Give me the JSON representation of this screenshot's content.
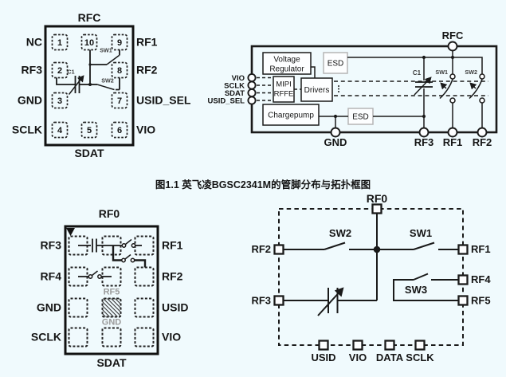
{
  "colors": {
    "background": "#f0fafd",
    "line": "#1a1a1a",
    "muted_label": "#9a9a9a",
    "esd_box_border": "#b5b5b5"
  },
  "caption": "图1.1 英飞凌BGSC2341M的管脚分布与拓扑框图",
  "pinout_top": {
    "top_label": "RFC",
    "bottom_label": "SDAT",
    "left_labels": [
      "NC",
      "RF3",
      "GND",
      "SCLK"
    ],
    "right_labels": [
      "RF1",
      "RF2",
      "USID_SEL",
      "VIO"
    ],
    "pins": [
      "1",
      "10",
      "9",
      "2",
      "8",
      "3",
      "7",
      "4",
      "5",
      "6"
    ],
    "components": {
      "capacitor": "C1",
      "switch_top": "SW1",
      "switch_bottom": "SW2"
    }
  },
  "block_diagram": {
    "top_label": "RFC",
    "left_labels": [
      "VIO",
      "SCLK",
      "SDAT",
      "USID_SEL"
    ],
    "bottom_labels": [
      "GND",
      "RF3",
      "RF1",
      "RF2"
    ],
    "blocks": {
      "voltage_regulator": [
        "Voltage",
        "Regulator"
      ],
      "esd_top": "ESD",
      "mipi_rffe": [
        "MIPI",
        "RFFE"
      ],
      "drivers": "Drivers",
      "chargepump": "Chargepump",
      "esd_bottom": "ESD"
    },
    "components": {
      "capacitor": "C1",
      "switch1": "SW1",
      "switch2": "SW2"
    }
  },
  "pinout_bottom": {
    "top_label": "RF0",
    "bottom_label": "SDAT",
    "left_labels": [
      "RF3",
      "RF4",
      "GND",
      "SCLK"
    ],
    "right_labels": [
      "RF1",
      "RF2",
      "USID",
      "VIO"
    ],
    "inner_labels": {
      "rf5": "RF5",
      "gnd": "GND"
    }
  },
  "topology": {
    "top_label": "RF0",
    "left_labels": [
      "RF2",
      "RF3"
    ],
    "right_labels": [
      "RF1",
      "RF4",
      "RF5"
    ],
    "bottom_labels": [
      "USID",
      "VIO",
      "DATA",
      "SCLK"
    ],
    "switches": {
      "sw1": "SW1",
      "sw2": "SW2",
      "sw3": "SW3"
    }
  }
}
